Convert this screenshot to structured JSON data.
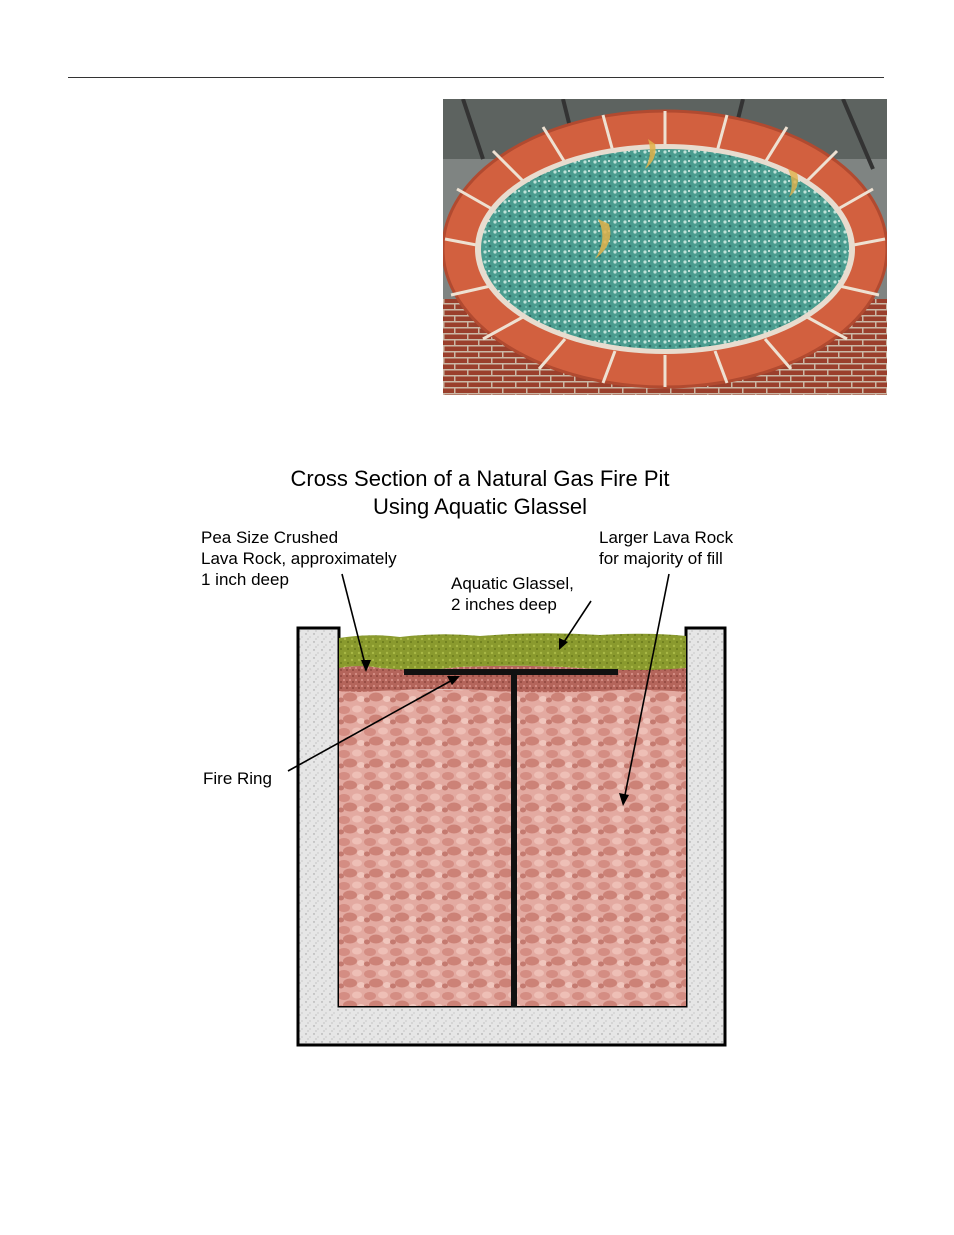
{
  "diagram": {
    "title_line1": "Cross Section of a Natural Gas Fire Pit",
    "title_line2": "Using Aquatic Glassel",
    "labels": {
      "pea_rock_line1": "Pea Size Crushed",
      "pea_rock_line2": "Lava Rock, approximately",
      "pea_rock_line3": "1 inch deep",
      "larger_rock_line1": "Larger Lava Rock",
      "larger_rock_line2": "for majority of fill",
      "glassel_line1": "Aquatic Glassel,",
      "glassel_line2": "2 inches deep",
      "fire_ring": "Fire Ring"
    },
    "colors": {
      "concrete": "#e4e4e4",
      "glassel_layer": "#8a9a2e",
      "pea_rock_layer": "#b8685e",
      "lava_fill": "#e2a9a0",
      "pipe": "#111111"
    }
  },
  "photo": {
    "subject": "brick-fire-pit-with-aquatic-glassel",
    "colors": {
      "brick": "#d9684a",
      "mortar": "#efe4d8",
      "glass": "#4fa89a",
      "ground": "#8a8d8a"
    }
  }
}
